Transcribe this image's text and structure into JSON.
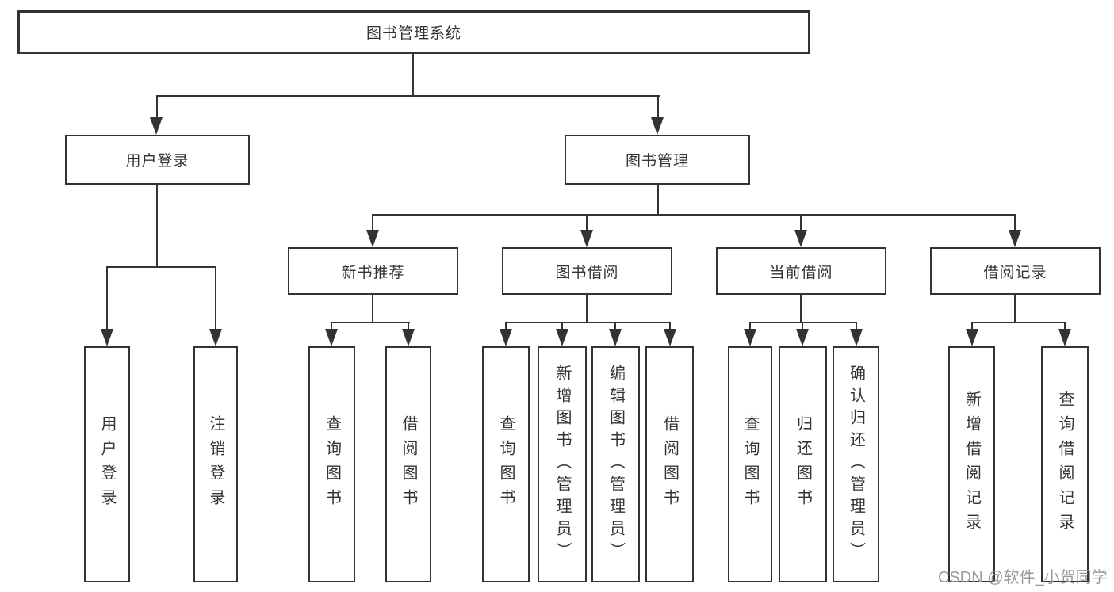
{
  "diagram": {
    "type": "hierarchy-tree",
    "title": "图书管理系统",
    "colors": {
      "line": "#333333",
      "box_border": "#333333",
      "text": "#333333",
      "background": "#ffffff",
      "watermark": "#9a9a9a"
    },
    "nodes": {
      "root": {
        "label": "图书管理系统"
      },
      "level2": [
        {
          "id": "user-login",
          "label": "用户登录"
        },
        {
          "id": "book-management",
          "label": "图书管理"
        }
      ],
      "level3": [
        {
          "id": "new-book-recommend",
          "label": "新书推荐"
        },
        {
          "id": "book-borrow",
          "label": "图书借阅"
        },
        {
          "id": "current-borrow",
          "label": "当前借阅"
        },
        {
          "id": "borrow-records",
          "label": "借阅记录"
        }
      ],
      "leaves": {
        "user_login": [
          "用户登录",
          "注销登录"
        ],
        "new_book_recommend": [
          "查询图书",
          "借阅图书"
        ],
        "book_borrow": [
          "查询图书",
          "新增图书（管理员）",
          "编辑图书（管理员）",
          "借阅图书"
        ],
        "current_borrow": [
          "查询图书",
          "归还图书",
          "确认归还（管理员）"
        ],
        "borrow_records": [
          "新增借阅记录",
          "查询借阅记录"
        ]
      }
    },
    "edges": [
      "图书管理系统 -> 用户登录",
      "图书管理系统 -> 图书管理",
      "用户登录 -> 用户登录(叶)",
      "用户登录 -> 注销登录",
      "图书管理 -> 新书推荐",
      "图书管理 -> 图书借阅",
      "图书管理 -> 当前借阅",
      "图书管理 -> 借阅记录",
      "新书推荐 -> 查询图书",
      "新书推荐 -> 借阅图书",
      "图书借阅 -> 查询图书",
      "图书借阅 -> 新增图书（管理员）",
      "图书借阅 -> 编辑图书（管理员）",
      "图书借阅 -> 借阅图书",
      "当前借阅 -> 查询图书",
      "当前借阅 -> 归还图书",
      "当前借阅 -> 确认归还（管理员）",
      "借阅记录 -> 新增借阅记录",
      "借阅记录 -> 查询借阅记录"
    ]
  },
  "watermark": {
    "text": "CSDN @软件_小贺同学"
  }
}
